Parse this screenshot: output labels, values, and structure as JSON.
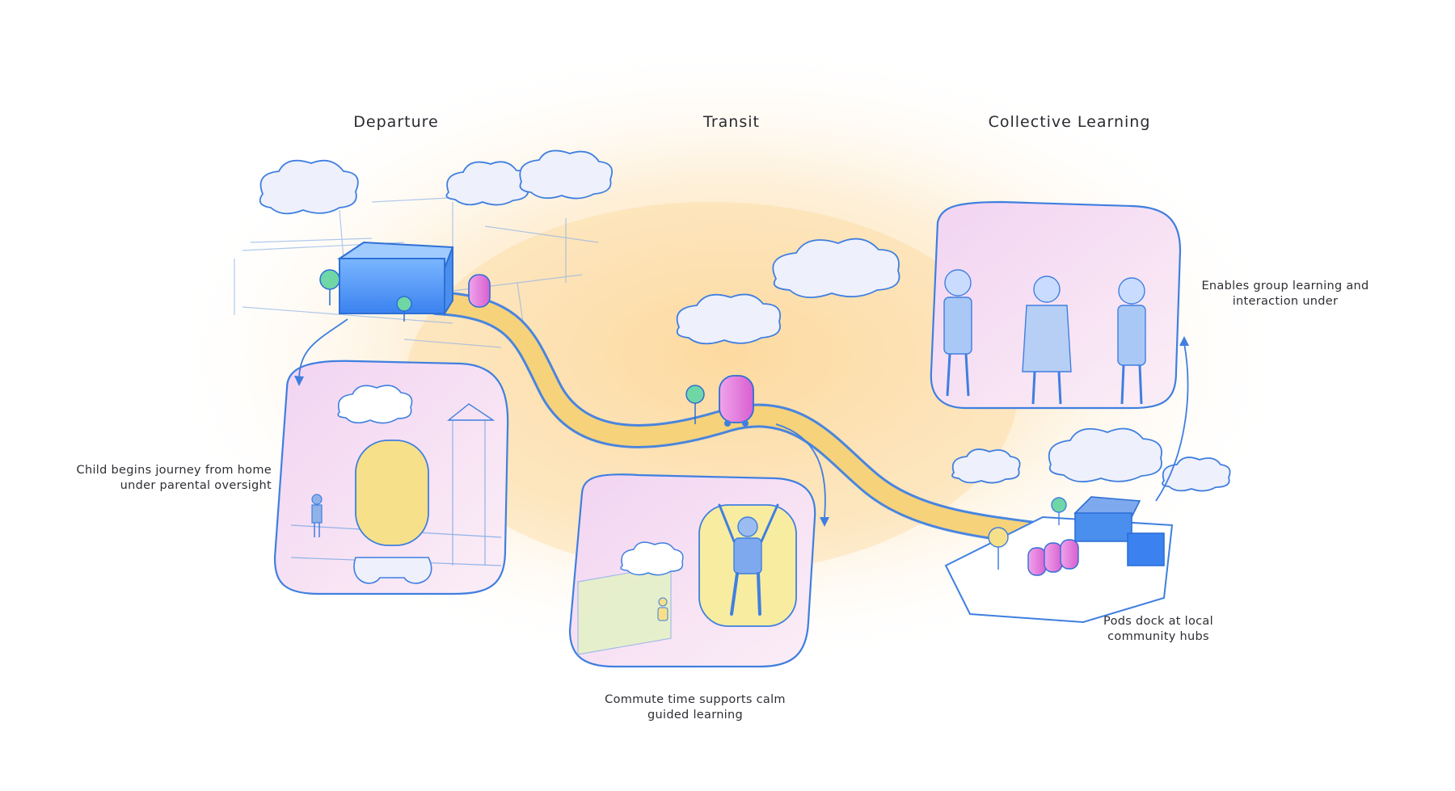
{
  "stages": {
    "departure": "Departure",
    "transit": "Transit",
    "collective": "Collective Learning"
  },
  "captions": {
    "home": [
      "Child begins journey from home",
      "under parental oversight"
    ],
    "commute": [
      "Commute time supports calm",
      "guided learning"
    ],
    "hubs": [
      "Pods dock at local",
      "community hubs"
    ],
    "group": [
      "Enables group learning and",
      "interaction under"
    ]
  },
  "colors": {
    "sketch_blue": "#3f7fe0",
    "road_yellow": "#f6d27a",
    "pod_pink": "#e67ad8",
    "glow_orange": "#fde1b3",
    "scene_pink": "#f6d9f0"
  },
  "icons": [
    "cloud-icon",
    "tree-icon",
    "pod-icon",
    "house-icon",
    "child-figure-icon"
  ]
}
